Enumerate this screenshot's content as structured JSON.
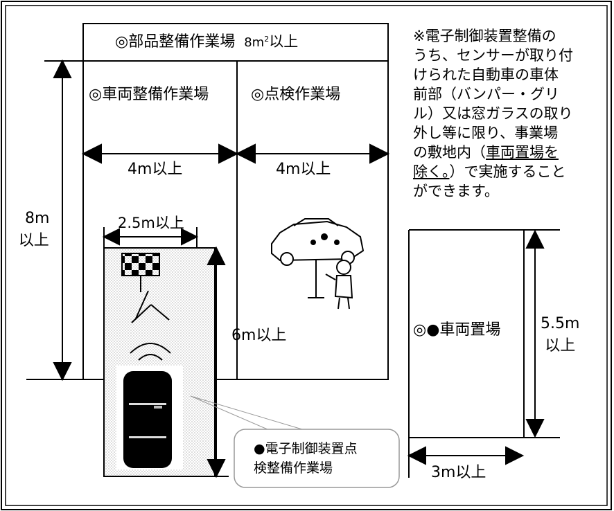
{
  "labels": {
    "parts_area": "◎部品整備作業場",
    "parts_size_pre": "8m",
    "parts_size_sup": "2",
    "parts_size_post": "以上",
    "vehicle_area": "◎車両整備作業場",
    "inspection_area": "◎点検作業場",
    "width_left": "4m以上",
    "width_right": "4m以上",
    "height_8m_a": "8m",
    "height_8m_b": "以上",
    "width_25": "2.5m以上",
    "height_6m": "6m以上",
    "parking_area": "◎●車両置場",
    "parking_depth_a": "5.5m",
    "parking_depth_b": "以上",
    "parking_width": "3m以上",
    "callout_line1": "●電子制御装置点",
    "callout_line2": "検整備作業場"
  },
  "note": {
    "line1": "※電子制御装置整備の",
    "line2": "うち、センサーが取り付",
    "line3": "けられた自動車の車体",
    "line4": "前部（バンパー・グリ",
    "line5": "ル）又は窓ガラスの取り",
    "line6": "外し等に限り、事業場",
    "line7_pre": "の敷地内（",
    "line7_u": "車両置場を",
    "line8_u": "除く。",
    "line8_post": "）で実施すること",
    "line9": "ができます。"
  }
}
